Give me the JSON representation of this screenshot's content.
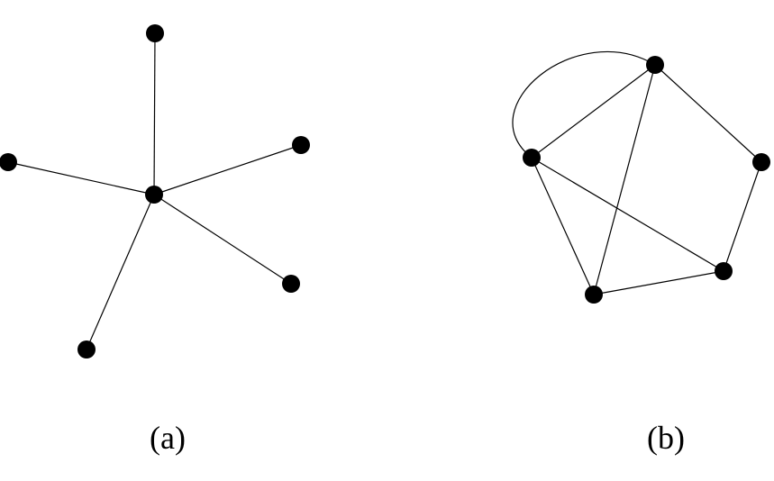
{
  "colors": {
    "node": "#000000",
    "edge": "#000000",
    "background": "#ffffff"
  },
  "graph_a": {
    "caption": "(a)",
    "nodes": [
      "center",
      "top",
      "left",
      "right-upper",
      "right-lower",
      "bottom-left"
    ],
    "edges": [
      [
        "center",
        "top"
      ],
      [
        "center",
        "left"
      ],
      [
        "center",
        "right-upper"
      ],
      [
        "center",
        "right-lower"
      ],
      [
        "center",
        "bottom-left"
      ]
    ]
  },
  "graph_b": {
    "caption": "(b)",
    "nodes": [
      "top",
      "left",
      "right",
      "bottom-right",
      "bottom-left"
    ],
    "edges": [
      [
        "top",
        "left"
      ],
      [
        "top",
        "right"
      ],
      [
        "top",
        "bottom-left"
      ],
      [
        "left",
        "bottom-left"
      ],
      [
        "left",
        "bottom-right"
      ],
      [
        "right",
        "bottom-right"
      ],
      [
        "bottom-right",
        "bottom-left"
      ]
    ],
    "curved_edges": [
      [
        "left",
        "top"
      ]
    ]
  }
}
